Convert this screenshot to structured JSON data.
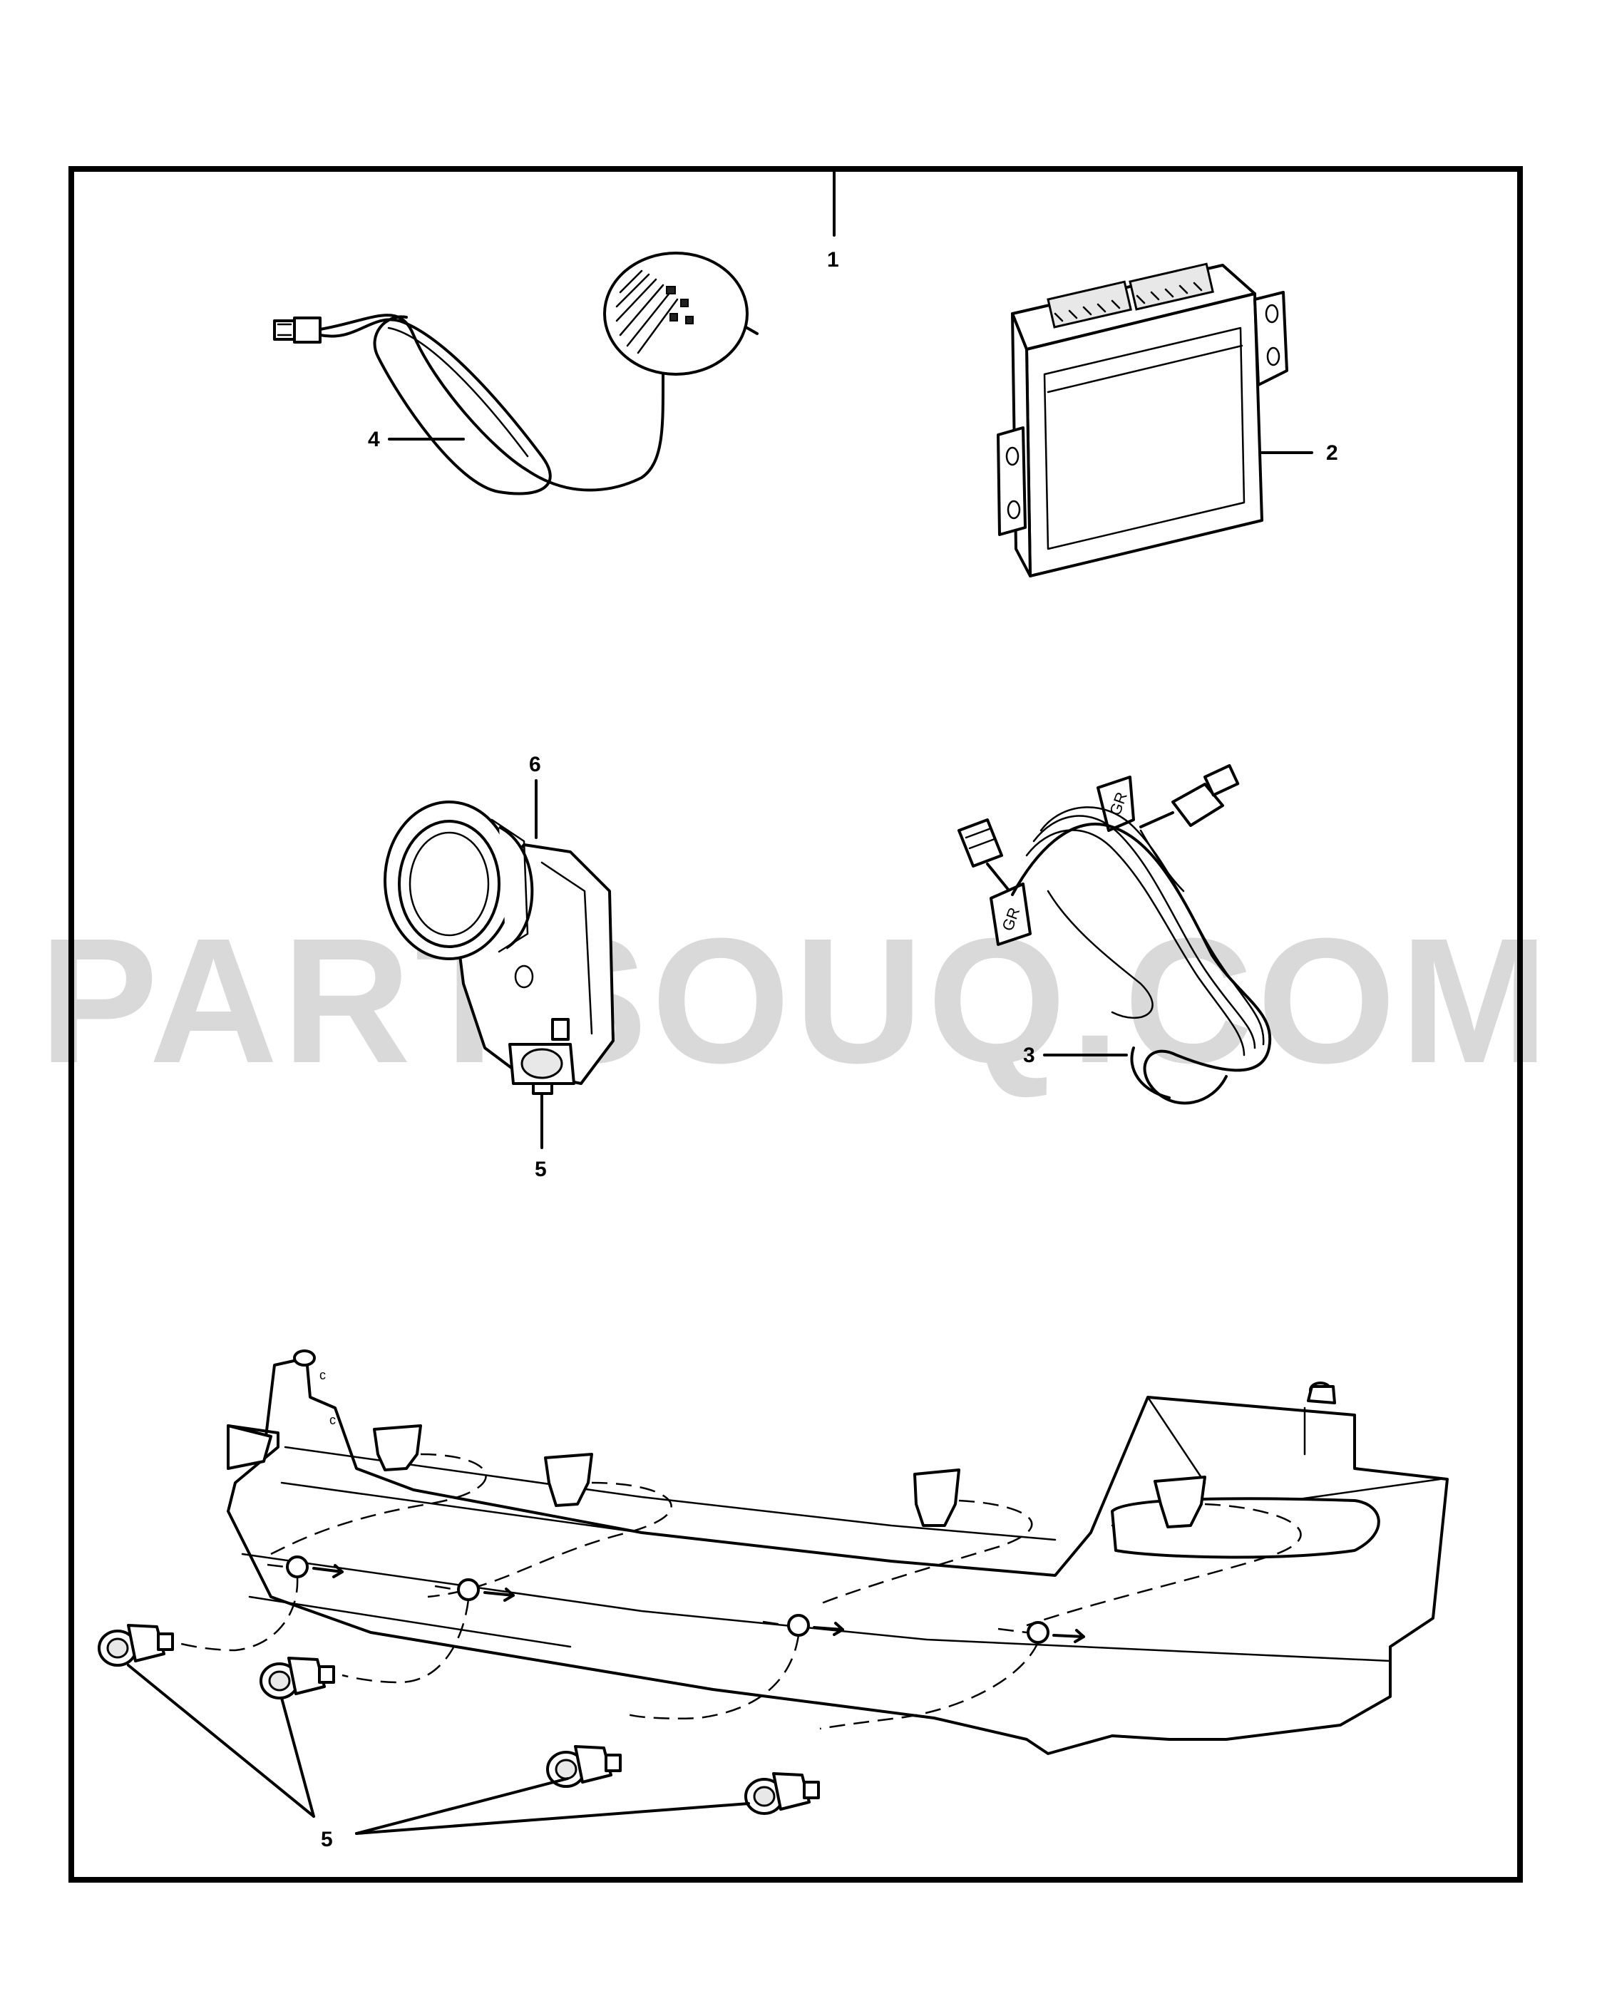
{
  "watermark": "PARTSOUQ.COM",
  "callouts": {
    "assembly": "1",
    "control_unit": "2",
    "wiring_harness": "3",
    "buzzer_speaker": "4",
    "sensor": "5",
    "sensor_bracket": "6",
    "sensors_group": "5"
  }
}
